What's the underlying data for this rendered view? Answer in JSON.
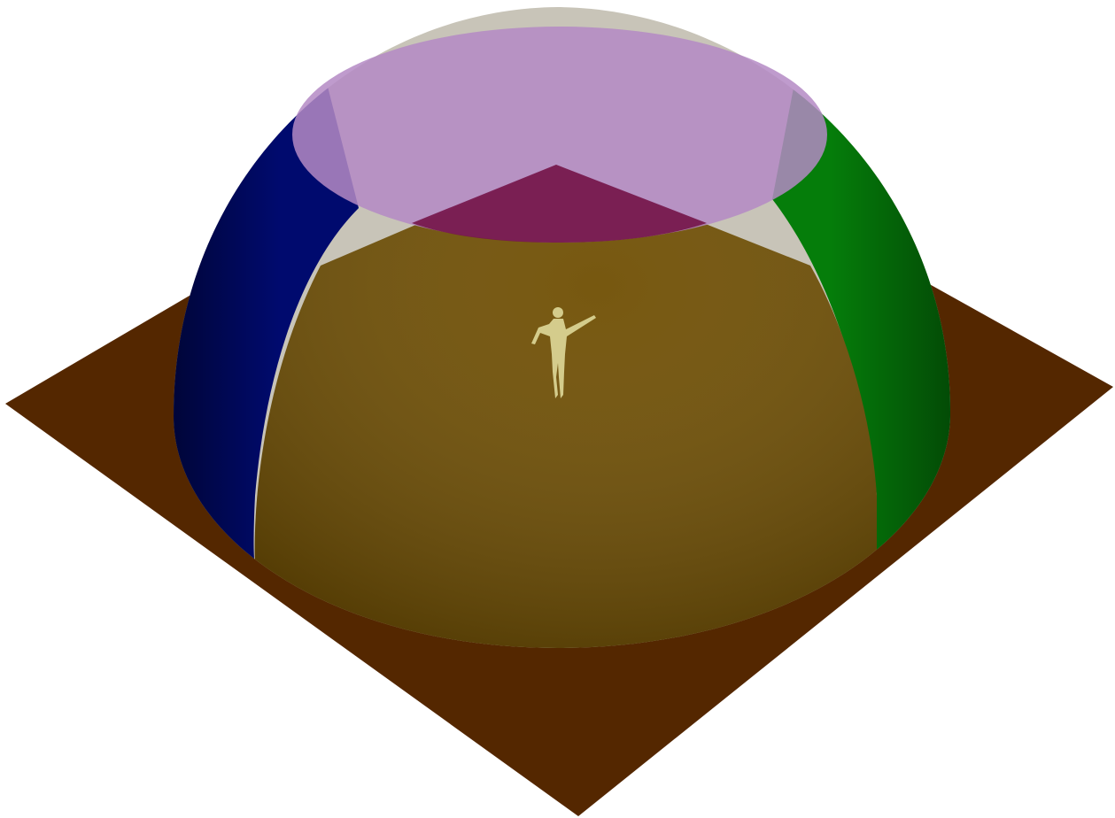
{
  "scene": {
    "background_color": "#ffffff",
    "ground_plane": {
      "color": "#542700"
    },
    "dome": {
      "segments": [
        {
          "name": "left",
          "color": "#000a6e"
        },
        {
          "name": "right",
          "color": "#057d0a"
        },
        {
          "name": "front",
          "color": "#6e4d00"
        },
        {
          "name": "back",
          "color": "#c8c4b8"
        }
      ],
      "top_cap": {
        "color": "#b48ac4"
      },
      "apex_triangle": {
        "color": "#741449"
      }
    },
    "figure": {
      "color": "#d4cc8c"
    }
  }
}
